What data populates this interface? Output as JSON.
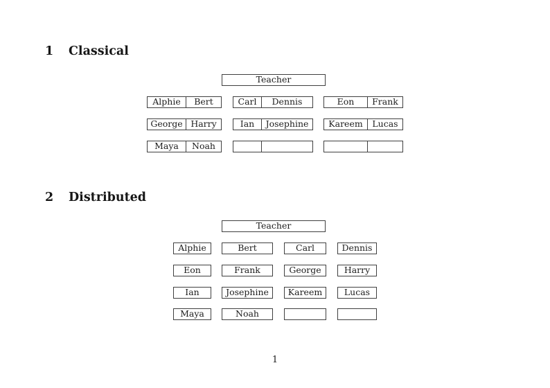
{
  "colors": {
    "ink": "#1c1c1c",
    "line": "#3f3f3f",
    "background": "#ffffff"
  },
  "page": {
    "number": "1"
  },
  "sections": [
    {
      "number": "1",
      "title": "Classical",
      "teacher_label": "Teacher",
      "rows": [
        [
          [
            "Alphie",
            "Bert"
          ],
          [
            "Carl",
            "Dennis"
          ],
          [
            "Eon",
            "Frank"
          ]
        ],
        [
          [
            "George",
            "Harry"
          ],
          [
            "Ian",
            "Josephine"
          ],
          [
            "Kareem",
            "Lucas"
          ]
        ],
        [
          [
            "Maya",
            "Noah"
          ],
          [
            "",
            ""
          ],
          [
            "",
            ""
          ]
        ]
      ]
    },
    {
      "number": "2",
      "title": "Distributed",
      "teacher_label": "Teacher",
      "rows": [
        [
          "Alphie",
          "Bert",
          "Carl",
          "Dennis"
        ],
        [
          "Eon",
          "Frank",
          "George",
          "Harry"
        ],
        [
          "Ian",
          "Josephine",
          "Kareem",
          "Lucas"
        ],
        [
          "Maya",
          "Noah",
          "",
          ""
        ]
      ]
    }
  ]
}
